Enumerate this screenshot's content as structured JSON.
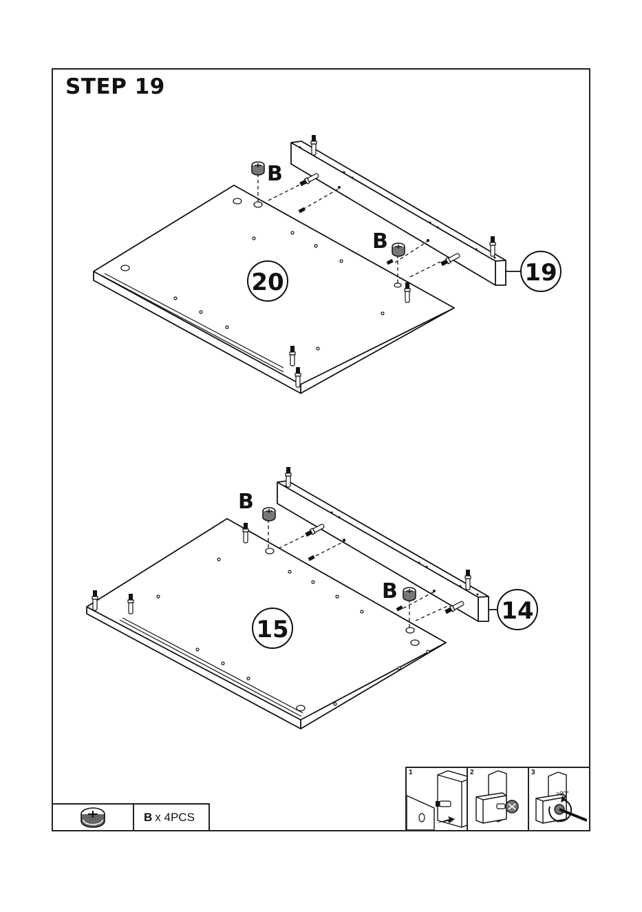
{
  "step_title": "STEP 19",
  "panels": {
    "top_panel_number": "20",
    "top_rail_number": "19",
    "bottom_panel_number": "15",
    "bottom_rail_number": "14"
  },
  "fastener_label": "B",
  "parts": {
    "code": "B",
    "quantity_text": "x 4PCS"
  },
  "instructions": [
    {
      "number": "1"
    },
    {
      "number": "2"
    },
    {
      "number": "3",
      "angle": ">90°"
    }
  ]
}
